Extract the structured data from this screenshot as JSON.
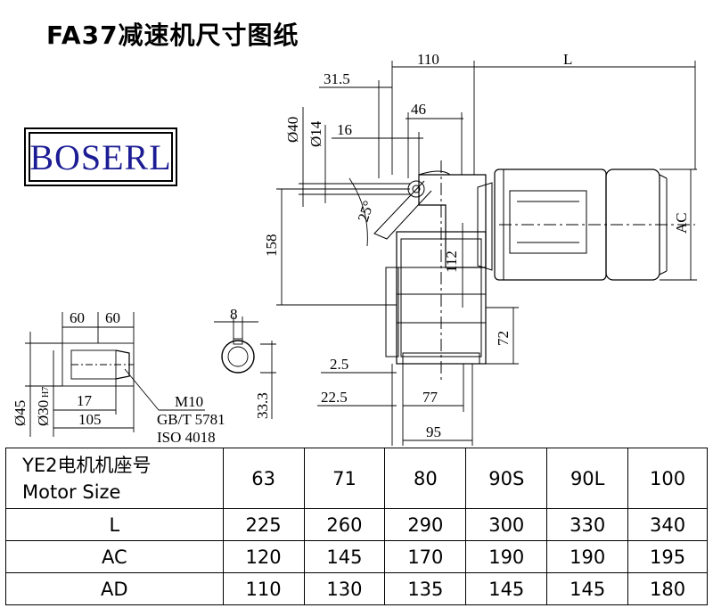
{
  "title": "FA37减速机尺寸图纸",
  "logo_text": "BOSERL",
  "dims": {
    "d110": "110",
    "dL": "L",
    "d31_5": "31.5",
    "d40": "Ø40",
    "d14": "Ø14",
    "d46": "46",
    "d16": "16",
    "d25": "25°",
    "d158": "158",
    "d112": "112",
    "d72": "72",
    "d2_5": "2.5",
    "d22_5": "22.5",
    "d77": "77",
    "d95": "95",
    "dAC": "AC",
    "d60a": "60",
    "d60b": "60",
    "d8": "8",
    "d45": "Ø45",
    "d30": "Ø30",
    "d30tol": "H7",
    "d17": "17",
    "d105": "105",
    "d33_3": "33.3",
    "m10": "M10",
    "gb": "GB/T 5781",
    "iso": "ISO 4018"
  },
  "table": {
    "header_cn": "YE2电机机座号",
    "header_en": "Motor Size",
    "sizes": [
      "63",
      "71",
      "80",
      "90S",
      "90L",
      "100"
    ],
    "rows": [
      {
        "label": "L",
        "values": [
          "225",
          "260",
          "290",
          "300",
          "330",
          "340"
        ]
      },
      {
        "label": "AC",
        "values": [
          "120",
          "145",
          "170",
          "190",
          "190",
          "195"
        ]
      },
      {
        "label": "AD",
        "values": [
          "110",
          "130",
          "135",
          "145",
          "145",
          "180"
        ]
      }
    ]
  }
}
